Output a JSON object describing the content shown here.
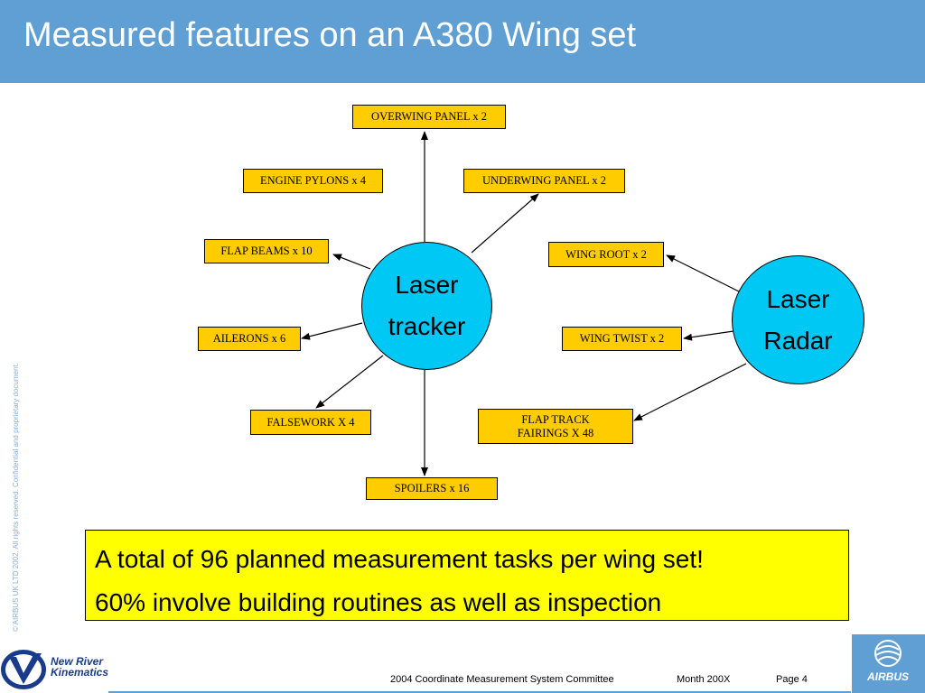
{
  "header": {
    "title": "Measured features on an A380 Wing set"
  },
  "diagram": {
    "laser_tracker": {
      "line1": "Laser",
      "line2": "tracker"
    },
    "laser_radar": {
      "line1": "Laser",
      "line2": "Radar"
    },
    "features": {
      "overwing_panel": "OVERWING PANEL x 2",
      "engine_pylons": "ENGINE PYLONS x 4",
      "underwing_panel": "UNDERWING PANEL x 2",
      "flap_beams": "FLAP BEAMS x 10",
      "wing_root": "WING ROOT x 2",
      "ailerons": "AILERONS x 6",
      "wing_twist": "WING TWIST x 2",
      "falsework": "FALSEWORK X 4",
      "flap_track_line1": "FLAP TRACK",
      "flap_track_line2": "FAIRINGS X 48",
      "spoilers": "SPOILERS x 16"
    }
  },
  "summary": {
    "line1": "A total of 96 planned measurement tasks per wing set!",
    "line2": "60% involve building routines as well as inspection"
  },
  "footer": {
    "committee": "2004 Coordinate Measurement System Committee",
    "month": "Month 200X",
    "page": "Page 4",
    "side_note": "© AIRBUS UK LTD 2002. All rights reserved. Confidential and proprietary document.",
    "nrk_logo_line1": "New River",
    "nrk_logo_line2": "Kinematics",
    "airbus_logo": "AIRBUS"
  },
  "colors": {
    "header": "#5f9fd3",
    "feature_box": "#ffcc00",
    "instrument": "#00c8f5",
    "summary": "#ffff00"
  }
}
